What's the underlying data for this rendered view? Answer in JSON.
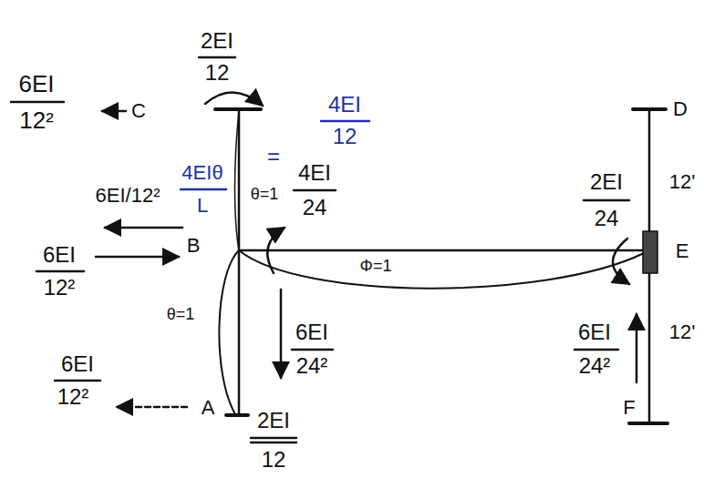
{
  "diagram": {
    "labels": [
      "2EI",
      "12",
      "6EI",
      "12²",
      "C",
      "D",
      "4EI",
      "12",
      "=",
      "4EIθ",
      "L",
      "6EI/12²",
      "θ=1",
      "4EI",
      "24",
      "2EI",
      "24",
      "12'",
      "6EI",
      "12²",
      "B",
      "E",
      "Φ=1",
      "θ=1",
      "6EI",
      "24²",
      "12'",
      "6EI",
      "24²",
      "6EI",
      "12²",
      "A",
      "F",
      "2EI",
      "12"
    ]
  }
}
